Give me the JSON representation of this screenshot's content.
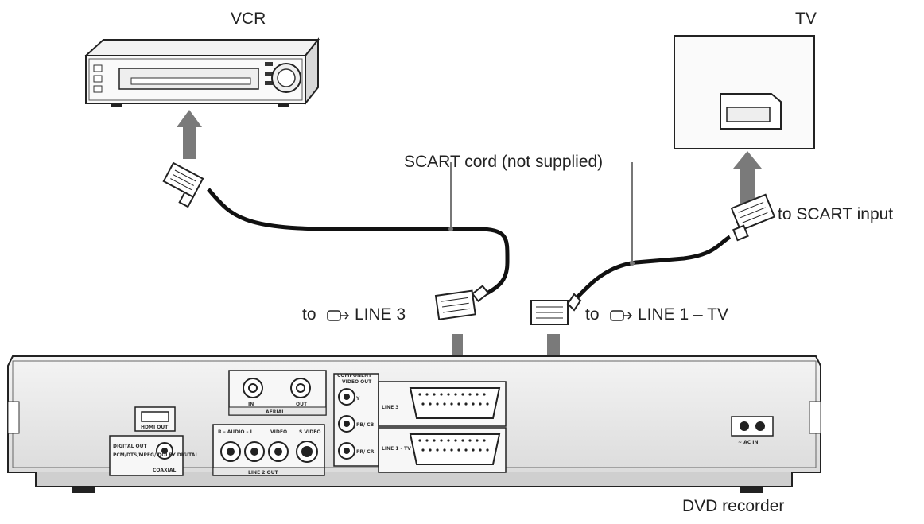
{
  "labels": {
    "vcr": "VCR",
    "tv": "TV",
    "scart_cord": "SCART cord (not supplied)",
    "to_scart_input": "to SCART input",
    "to_line3_prefix": "to",
    "to_line3": "LINE 3",
    "to_line1_prefix": "to",
    "to_line1": "LINE 1 – TV",
    "dvd_recorder": "DVD recorder"
  },
  "panel_text": {
    "component_video_out": "COMPONENT",
    "video_out": "VIDEO OUT",
    "y": "Y",
    "pb": "PB/ CB",
    "pr": "PR/ CR",
    "line3": "LINE 3",
    "line1": "LINE 1 - TV",
    "aerial": "AERIAL",
    "in": "IN",
    "out": "OUT",
    "hdmi_out": "HDMI OUT",
    "digital_out": "DIGITAL OUT",
    "pcm": "PCM/DTS/MPEG/ DOLBY DIGITAL",
    "coaxial": "COAXIAL",
    "audio_lr": "R – AUDIO – L",
    "video": "VIDEO",
    "svideo": "S VIDEO",
    "line2_out": "LINE 2 OUT",
    "ac_in": "~ AC IN"
  }
}
